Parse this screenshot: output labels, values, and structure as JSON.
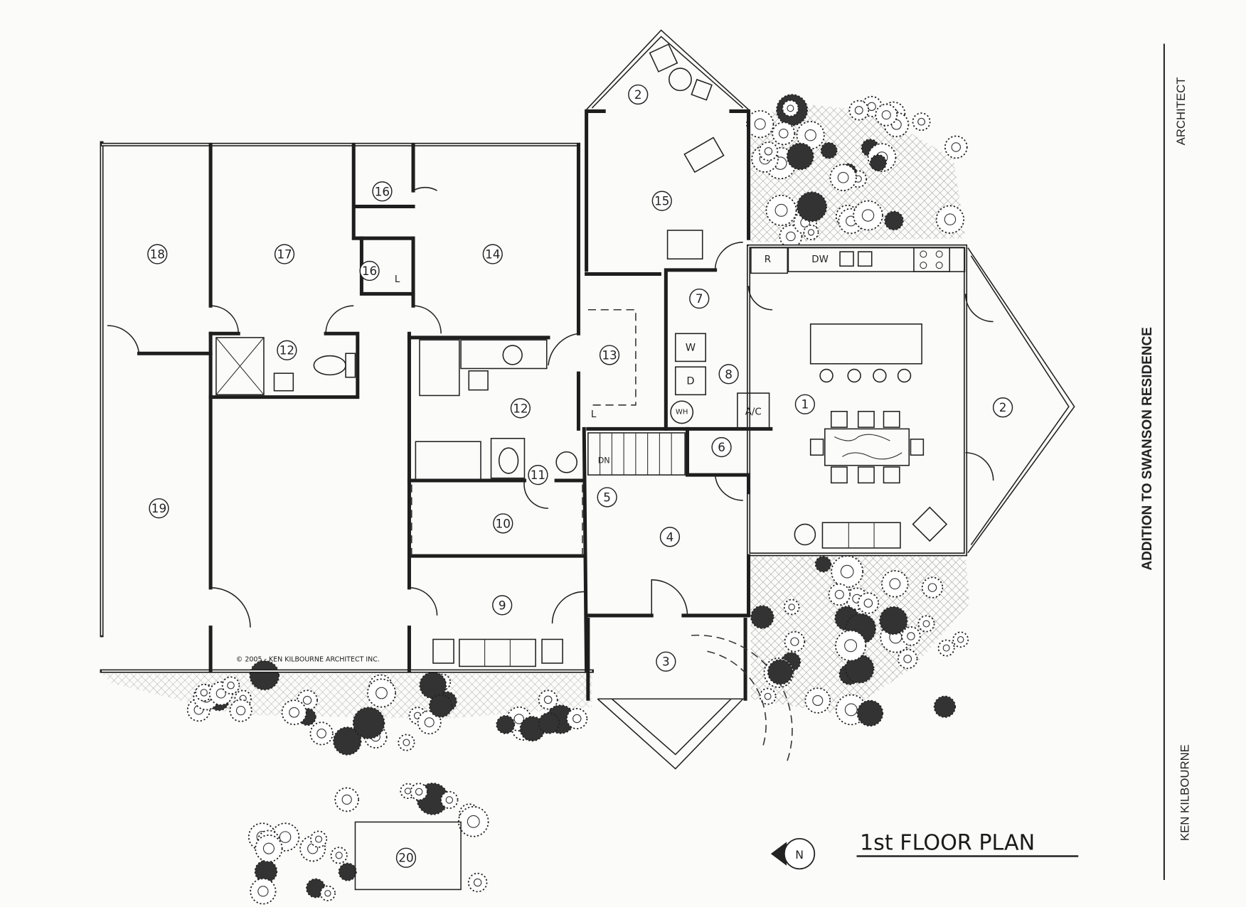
{
  "title": "1st FLOOR PLAN",
  "north_label": "N",
  "copyright": "© 2005 - KEN KILBOURNE ARCHITECT INC.",
  "sidebar": {
    "project": "ADDITION TO SWANSON RESIDENCE",
    "architect_name": "KEN KILBOURNE",
    "architect_role": "ARCHITECT"
  },
  "rooms": [
    "1",
    "2",
    "2",
    "3",
    "4",
    "5",
    "6",
    "7",
    "8",
    "9",
    "10",
    "11",
    "12",
    "12",
    "13",
    "14",
    "15",
    "16",
    "16",
    "17",
    "18",
    "19",
    "20"
  ],
  "fixture_labels": {
    "refrigerator": "R",
    "dishwasher": "DW",
    "washer": "W",
    "dryer": "D",
    "water_heater": "WH",
    "air_conditioner": "A/C",
    "stair_down": "DN",
    "linen_1": "L",
    "linen_2": "L"
  },
  "colors": {
    "ink": "#1e1e1e",
    "paper": "#fbfbfa"
  }
}
